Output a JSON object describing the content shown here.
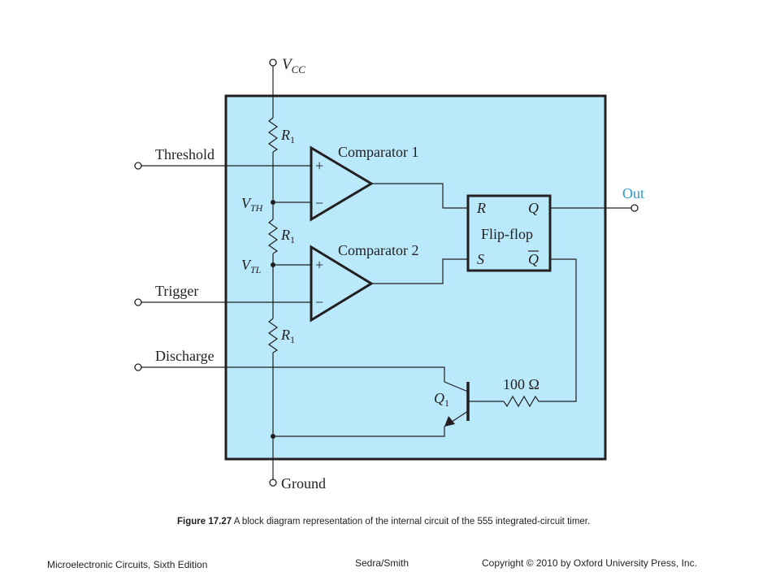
{
  "diagram": {
    "supply_label": {
      "main": "V",
      "sub": "CC"
    },
    "ground_label": "Ground",
    "pins": {
      "threshold": "Threshold",
      "trigger": "Trigger",
      "discharge": "Discharge",
      "out": "Out"
    },
    "resistor_label": {
      "main": "R",
      "sub": "1"
    },
    "vth_label": {
      "main": "V",
      "sub": "TH"
    },
    "vtl_label": {
      "main": "V",
      "sub": "TL"
    },
    "comparator1": "Comparator 1",
    "comparator2": "Comparator 2",
    "flipflop": {
      "title": "Flip-flop",
      "r": "R",
      "q": "Q",
      "s": "S",
      "qbar": "Q"
    },
    "transistor_label": {
      "main": "Q",
      "sub": "1"
    },
    "base_resistor": "100 Ω",
    "plus_sign": "+",
    "minus_sign": "−",
    "colors": {
      "block_fill": "#b9e9fb",
      "out_label": "#2b9bd0",
      "line": "#231f20"
    }
  },
  "caption": {
    "number": "Figure 17.27",
    "text": "A block diagram representation of the internal circuit of the 555 integrated-circuit timer."
  },
  "footer": {
    "book": "Microelectronic Circuits, Sixth Edition",
    "authors": "Sedra/Smith",
    "copyright": "Copyright © 2010 by Oxford University Press, Inc."
  }
}
